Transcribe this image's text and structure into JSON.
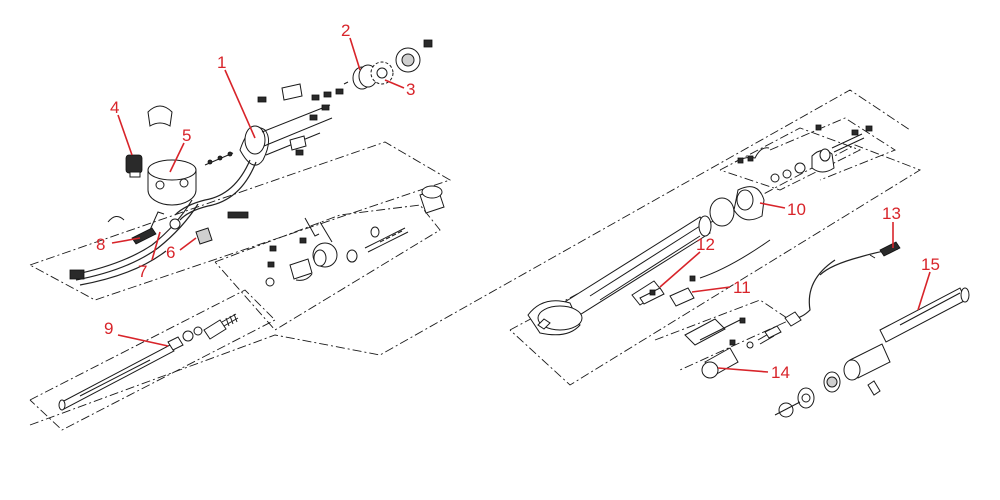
{
  "callouts": [
    {
      "id": "1",
      "label": "1"
    },
    {
      "id": "2",
      "label": "2"
    },
    {
      "id": "3",
      "label": "3"
    },
    {
      "id": "4",
      "label": "4"
    },
    {
      "id": "5",
      "label": "5"
    },
    {
      "id": "6",
      "label": "6"
    },
    {
      "id": "7",
      "label": "7"
    },
    {
      "id": "8",
      "label": "8"
    },
    {
      "id": "9",
      "label": "9"
    },
    {
      "id": "10",
      "label": "10"
    },
    {
      "id": "11",
      "label": "11"
    },
    {
      "id": "12",
      "label": "12"
    },
    {
      "id": "13",
      "label": "13"
    },
    {
      "id": "14",
      "label": "14"
    },
    {
      "id": "15",
      "label": "15"
    }
  ],
  "colors": {
    "callout": "#d8242a",
    "line_art": "#1a1a1a",
    "background": "#ffffff"
  }
}
